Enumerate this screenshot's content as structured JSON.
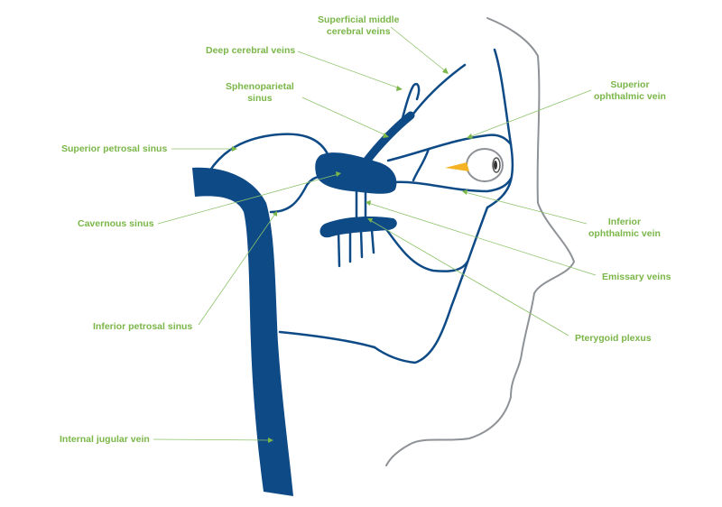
{
  "colors": {
    "vein": "#0d4a86",
    "label": "#7ab648",
    "face": "#8e9297",
    "nose": "#f5b323"
  },
  "labels": {
    "superficial_middle_cerebral_veins": [
      "Superficial middle",
      "cerebral veins"
    ],
    "deep_cerebral_veins": "Deep cerebral veins",
    "sphenoparietal_sinus": [
      "Sphenoparietal",
      "sinus"
    ],
    "superior_ophthalmic_vein": [
      "Superior",
      "ophthalmic vein"
    ],
    "superior_petrosal_sinus": "Superior petrosal sinus",
    "cavernous_sinus": "Cavernous sinus",
    "inferior_ophthalmic_vein": [
      "Inferior",
      "ophthalmic vein"
    ],
    "emissary_veins": "Emissary veins",
    "inferior_petrosal_sinus": "Inferior petrosal sinus",
    "pterygoid_plexus": "Pterygoid plexus",
    "internal_jugular_vein": "Internal jugular vein"
  }
}
